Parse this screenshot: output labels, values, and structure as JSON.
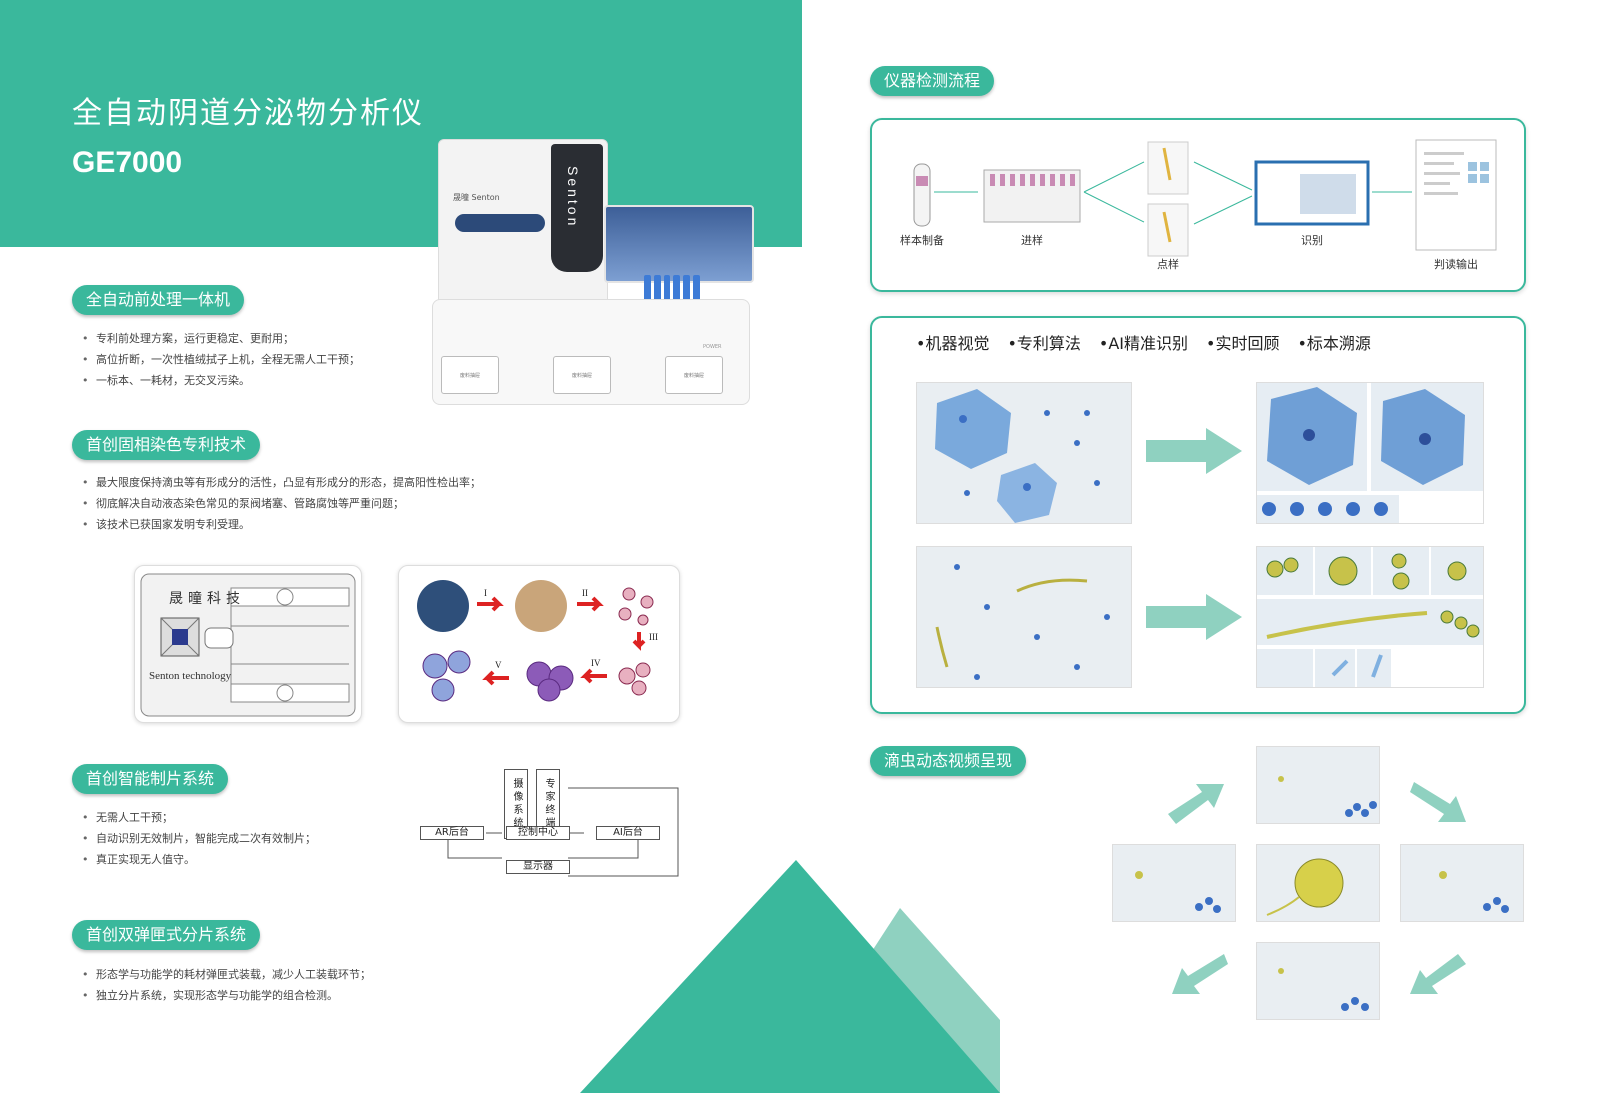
{
  "header": {
    "title": "全自动阴道分泌物分析仪",
    "model": "GE7000"
  },
  "instrument": {
    "brand": "Senton",
    "logo": "晟曈 Senton",
    "power_label": "POWER",
    "drawers": [
      "废料抽屉",
      "废料抽屉",
      "废料抽屉"
    ]
  },
  "sections": [
    {
      "title": "全自动前处理一体机",
      "bullets": [
        "专利前处理方案，运行更稳定、更耐用；",
        "高位折断，一次性植绒拭子上机，全程无需人工干预；",
        "一标本、一耗材，无交叉污染。"
      ]
    },
    {
      "title": "首创固相染色专利技术",
      "bullets": [
        "最大限度保持滴虫等有形成分的活性，凸显有形成分的形态，提高阳性检出率；",
        "彻底解决自动液态染色常见的泵阀堵塞、管路腐蚀等严重问题；",
        "该技术已获国家发明专利受理。"
      ]
    },
    {
      "title": "首创智能制片系统",
      "bullets": [
        "无需人工干预；",
        "自动识别无效制片，智能完成二次有效制片；",
        "真正实现无人值守。"
      ]
    },
    {
      "title": "首创双弹匣式分片系统",
      "bullets": [
        "形态学与功能学的耗材弹匣式装载，减少人工装载环节；",
        "独立分片系统，实现形态学与功能学的组合检测。"
      ]
    }
  ],
  "cartridge": {
    "text_cn": "晟曈科技",
    "text_en": "Senton technology"
  },
  "stain_steps": [
    "I",
    "II",
    "III",
    "IV",
    "V"
  ],
  "flowchart": {
    "camera": "摄像系统",
    "expert": "专家终端",
    "ar": "AR后台",
    "control": "控制中心",
    "ai": "AI后台",
    "display": "显示器"
  },
  "process": {
    "title": "仪器检测流程",
    "steps": [
      "样本制备",
      "进样",
      "点样",
      "识别",
      "判读输出"
    ]
  },
  "features": [
    "•机器视觉",
    "•专利算法",
    "•AI精准识别",
    "•实时回顾",
    "•标本溯源"
  ],
  "video": {
    "title": "滴虫动态视频呈现"
  },
  "colors": {
    "accent": "#3ab89c",
    "accent_light": "#8fd1c0",
    "stain_blue": "#3b7fc4"
  }
}
